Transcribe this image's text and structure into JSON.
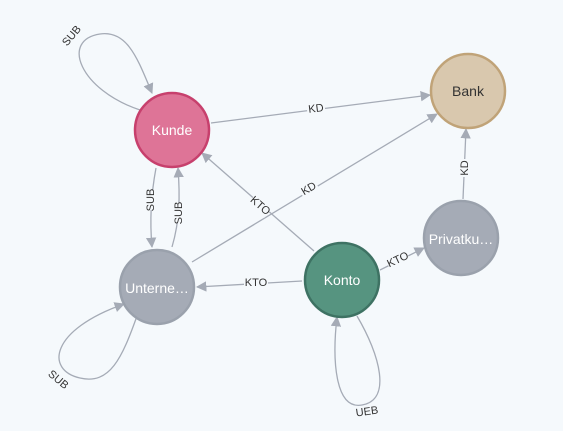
{
  "nodes": {
    "kunde": {
      "label": "Kunde",
      "fill": "#de7497",
      "stroke": "#c7406d",
      "text": "#ffffff"
    },
    "bank": {
      "label": "Bank",
      "fill": "#d9c8ae",
      "stroke": "#c0a378",
      "text": "#333333"
    },
    "untern": {
      "label": "Unterne…",
      "fill": "#a5abb6",
      "stroke": "#9aa1ac",
      "text": "#ffffff"
    },
    "konto": {
      "label": "Konto",
      "fill": "#569480",
      "stroke": "#3e7263",
      "text": "#ffffff"
    },
    "privat": {
      "label": "Privatku…",
      "fill": "#a5abb6",
      "stroke": "#9aa1ac",
      "text": "#ffffff"
    }
  },
  "edges": {
    "sub_kunde_loop": "SUB",
    "kd_kunde_bank": "KD",
    "sub_kunde_unt": "SUB",
    "sub_unt_kunde": "SUB",
    "kd_unt_bank": "KD",
    "kto_konto_kunde": "KTO",
    "kto_konto_unt": "KTO",
    "kto_konto_priv": "KTO",
    "kd_priv_bank": "KD",
    "sub_unt_loop": "SUB",
    "ueb_konto_loop": "UEB"
  },
  "colors": {
    "edge": "#a5abb6",
    "background": "#f5f9fc"
  }
}
